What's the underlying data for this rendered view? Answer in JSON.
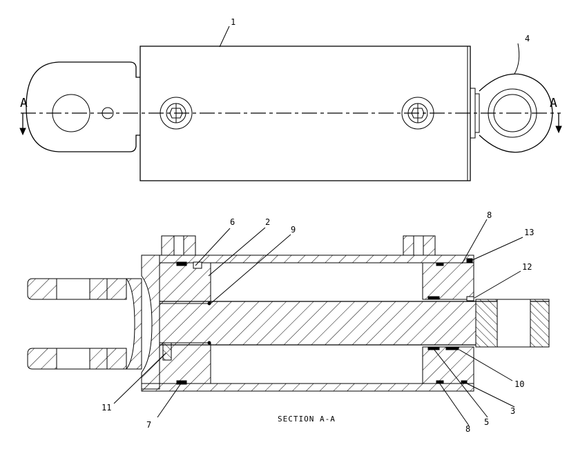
{
  "section_marks": {
    "left": "A",
    "right": "A"
  },
  "caption": "SECTION A-A",
  "callouts": {
    "c1": "1",
    "c2": "2",
    "c3": "3",
    "c4": "4",
    "c5": "5",
    "c6": "6",
    "c7": "7",
    "c8_top": "8",
    "c8_bottom": "8",
    "c9": "9",
    "c10": "10",
    "c11": "11",
    "c12": "12",
    "c13": "13"
  }
}
